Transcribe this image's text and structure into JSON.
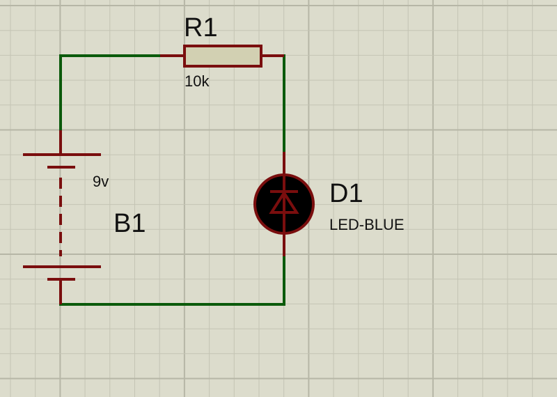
{
  "schematic": {
    "grid": true,
    "colors": {
      "background": "#dcdccc",
      "grid_minor": "#c4c4b4",
      "grid_major": "#b6b6a6",
      "wire": "#0b5a0b",
      "pin": "#7a0e0e",
      "resistor_fill": "#d2d0b2",
      "led_body": "#000000"
    },
    "components": {
      "resistor": {
        "ref": "R1",
        "value": "10k"
      },
      "battery": {
        "ref": "B1",
        "value": "9v"
      },
      "led": {
        "ref": "D1",
        "value": "LED-BLUE"
      }
    }
  }
}
